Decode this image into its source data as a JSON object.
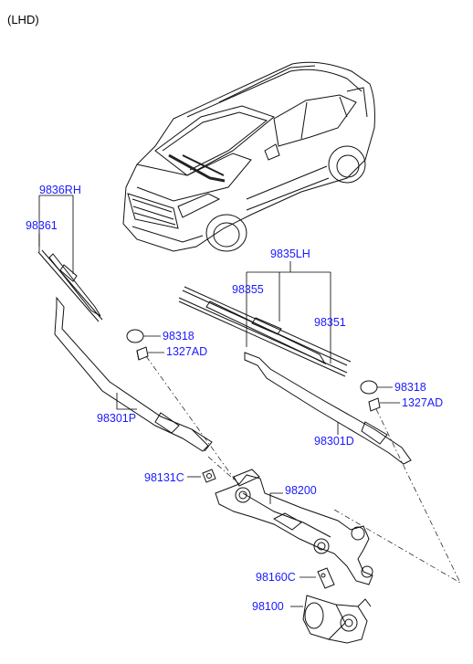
{
  "header": {
    "variant_label": "(LHD)"
  },
  "parts": {
    "p9836RH": "9836RH",
    "p98361": "98361",
    "p9835LH": "9835LH",
    "p98355": "98355",
    "p98351": "98351",
    "p98318_left": "98318",
    "p1327AD_left": "1327AD",
    "p98318_right": "98318",
    "p1327AD_right": "1327AD",
    "p98301P": "98301P",
    "p98301D": "98301D",
    "p98131C": "98131C",
    "p98200": "98200",
    "p98160C": "98160C",
    "p98100": "98100"
  },
  "colors": {
    "label": "#1a1aff",
    "line": "#111111"
  }
}
